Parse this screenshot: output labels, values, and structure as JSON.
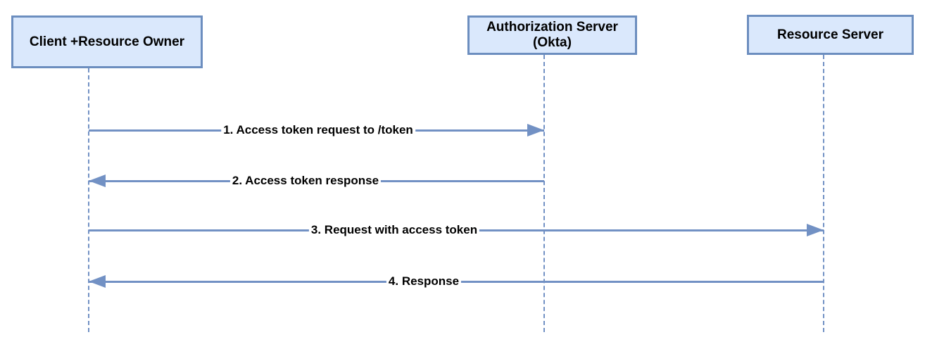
{
  "diagram_type": "sequence-diagram",
  "colors": {
    "actor_fill": "#dae8fc",
    "actor_border": "#6c8ebf",
    "arrow_line": "#7291c4",
    "lifeline": "#7291c4",
    "label_text": "#000000",
    "label_background": "#ffffff",
    "background": "#ffffff"
  },
  "actors": [
    {
      "id": "client",
      "label": "Client +Resource Owner"
    },
    {
      "id": "auth-server",
      "label": "Authorization Server\n(Okta)"
    },
    {
      "id": "resource-server",
      "label": "Resource Server"
    }
  ],
  "messages": [
    {
      "label": "1. Access token request to /token",
      "from": "client",
      "to": "auth-server",
      "direction": "right"
    },
    {
      "label": "2. Access token response",
      "from": "auth-server",
      "to": "client",
      "direction": "left"
    },
    {
      "label": "3. Request with access token",
      "from": "client",
      "to": "resource-server",
      "direction": "right"
    },
    {
      "label": "4. Response",
      "from": "resource-server",
      "to": "client",
      "direction": "left"
    }
  ]
}
